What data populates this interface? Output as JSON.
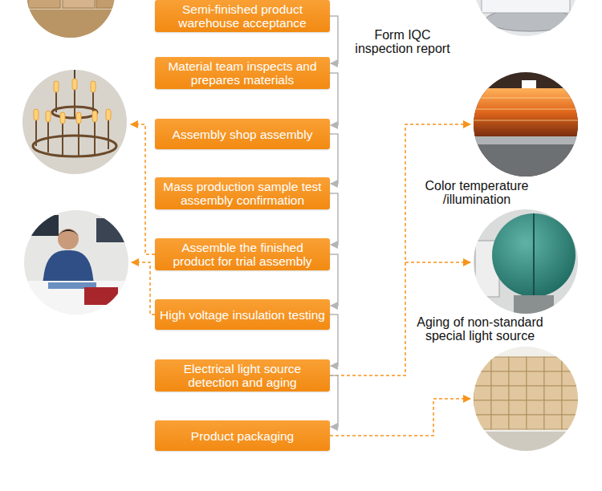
{
  "diagram": {
    "nodes": [
      {
        "text": [
          "Semi-finished product warehouse acceptance"
        ]
      },
      {
        "text": [
          "Material team inspects and prepares materials"
        ]
      },
      {
        "text": [
          "Assembly shop assembly"
        ]
      },
      {
        "text": [
          "Mass production sample test assembly confirmation"
        ]
      },
      {
        "text": [
          "Assemble the finished product for trial assembly"
        ]
      },
      {
        "text": [
          "High voltage insulation testing"
        ]
      },
      {
        "text": [
          "Electrical light source detection and aging"
        ]
      },
      {
        "text": [
          "Product packaging"
        ]
      }
    ],
    "edges": [
      {
        "from": 0,
        "to": 1,
        "arrow": "to",
        "label": "Form IQC inspection report"
      },
      {
        "from": 1,
        "to": 2,
        "arrow": "to"
      },
      {
        "from": 2,
        "to": 3,
        "arrow": "to"
      },
      {
        "from": 3,
        "to": 4,
        "arrow": "to"
      },
      {
        "from": 4,
        "to": 5,
        "arrow": "to"
      },
      {
        "from": 5,
        "to": 6,
        "arrow": "to"
      },
      {
        "from": 6,
        "to": 7,
        "arrow": "to"
      }
    ],
    "labels": [
      "Color temperature /illumination",
      "Aging of non-standard special light source"
    ]
  }
}
